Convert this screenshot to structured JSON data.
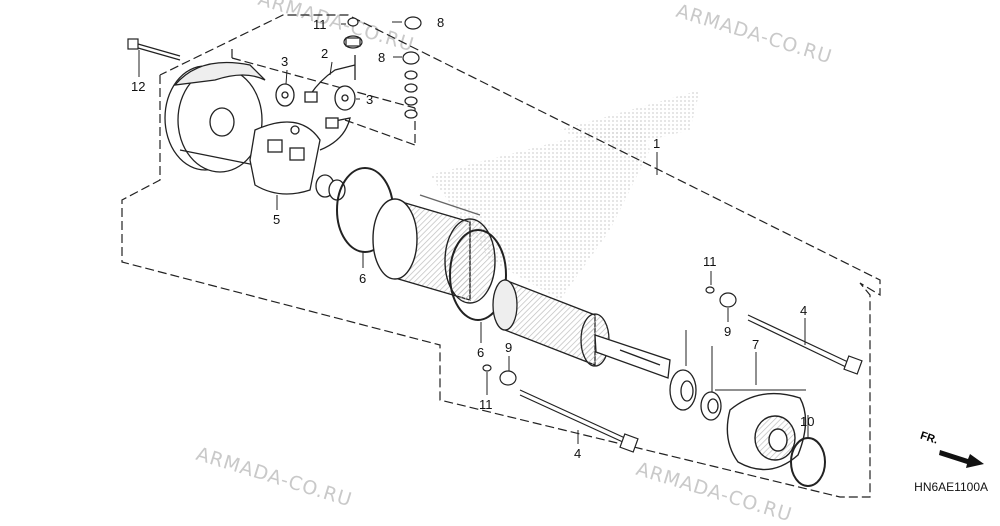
{
  "watermark": "ARMADA-CO.RU",
  "diagram_code": "HN6AE1100A",
  "front_label": "FR.",
  "callouts": {
    "c1": "1",
    "c2": "2",
    "c3a": "3",
    "c3b": "3",
    "c4a": "4",
    "c4b": "4",
    "c5": "5",
    "c6a": "6",
    "c6b": "6",
    "c7": "7",
    "c8a": "8",
    "c8b": "8",
    "c9a": "9",
    "c9b": "9",
    "c10": "10",
    "c11a": "11",
    "c11b": "11",
    "c11c": "11",
    "c12": "12"
  }
}
